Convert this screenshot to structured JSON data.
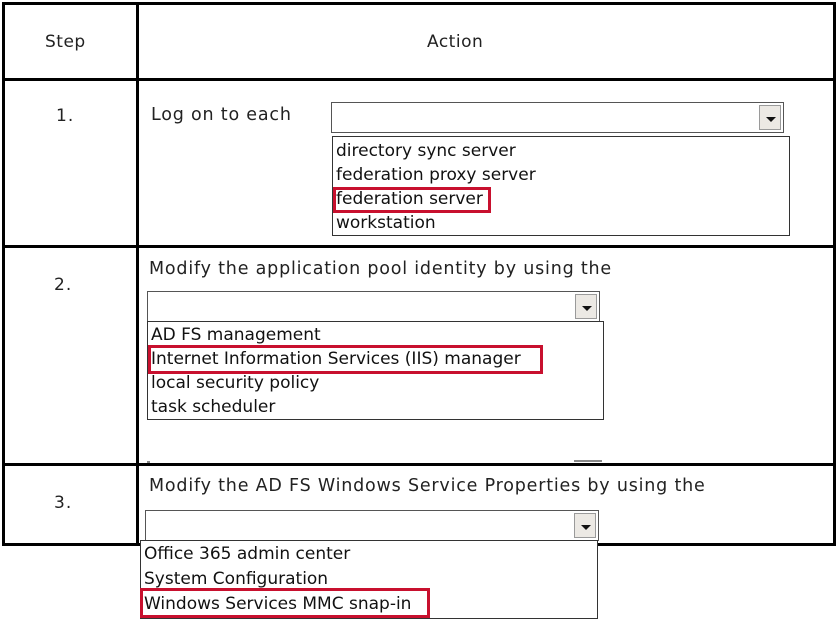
{
  "table": {
    "header": {
      "step": "Step",
      "action": "Action"
    },
    "rows": [
      {
        "step": "1.",
        "prompt": "Log on to each",
        "select_value": "",
        "options": [
          "directory sync server",
          "federation proxy server",
          "federation server",
          "workstation"
        ],
        "selected": "federation server"
      },
      {
        "step": "2.",
        "prompt": "Modify the application pool identity by using the",
        "select_value": "",
        "options": [
          "AD FS management",
          "Internet Information Services (IIS) manager",
          "local security policy",
          "task scheduler"
        ],
        "selected": "Internet Information Services (IIS) manager"
      },
      {
        "step": "3.",
        "prompt": "Modify the AD FS Windows Service Properties by using the",
        "select_value": "",
        "options": [
          "Office 365 admin center",
          "System Configuration",
          "Windows Services MMC snap-in"
        ],
        "selected": "Windows Services MMC snap-in"
      }
    ]
  },
  "colors": {
    "highlight": "#c8102e",
    "grid": "#000000"
  },
  "icons": {
    "dropdown": "chevron-down-icon"
  }
}
